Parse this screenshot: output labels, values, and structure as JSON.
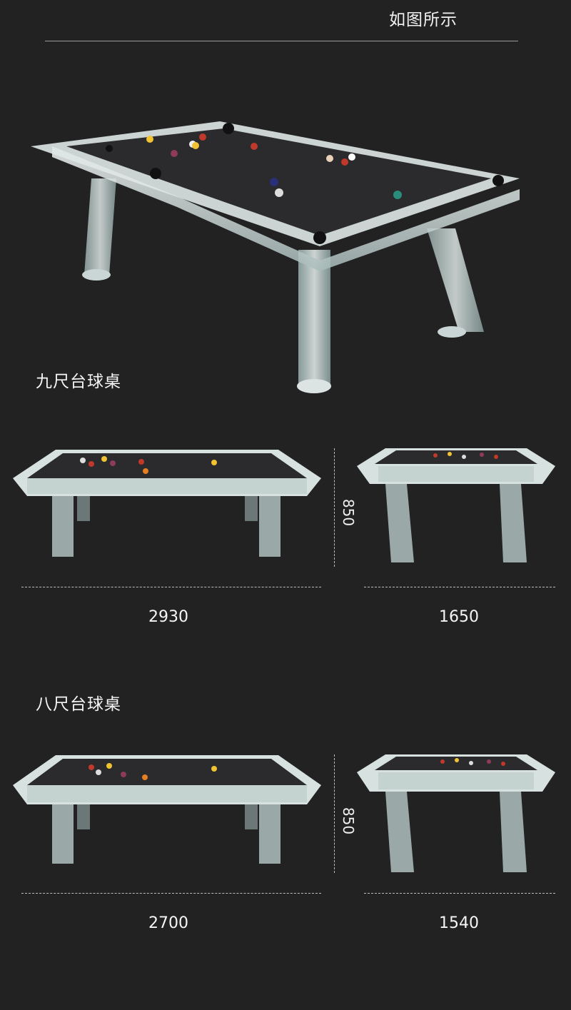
{
  "header": {
    "text": "如图所示"
  },
  "nine_foot": {
    "title": "九尺台球桌",
    "length": "2930",
    "width": "1650",
    "height": "850"
  },
  "eight_foot": {
    "title": "八尺台球桌",
    "length": "2700",
    "width": "1540",
    "height": "850"
  },
  "colors": {
    "background": "#222222",
    "felt": "#2b2b2d",
    "glass": "#d7e3e2"
  }
}
